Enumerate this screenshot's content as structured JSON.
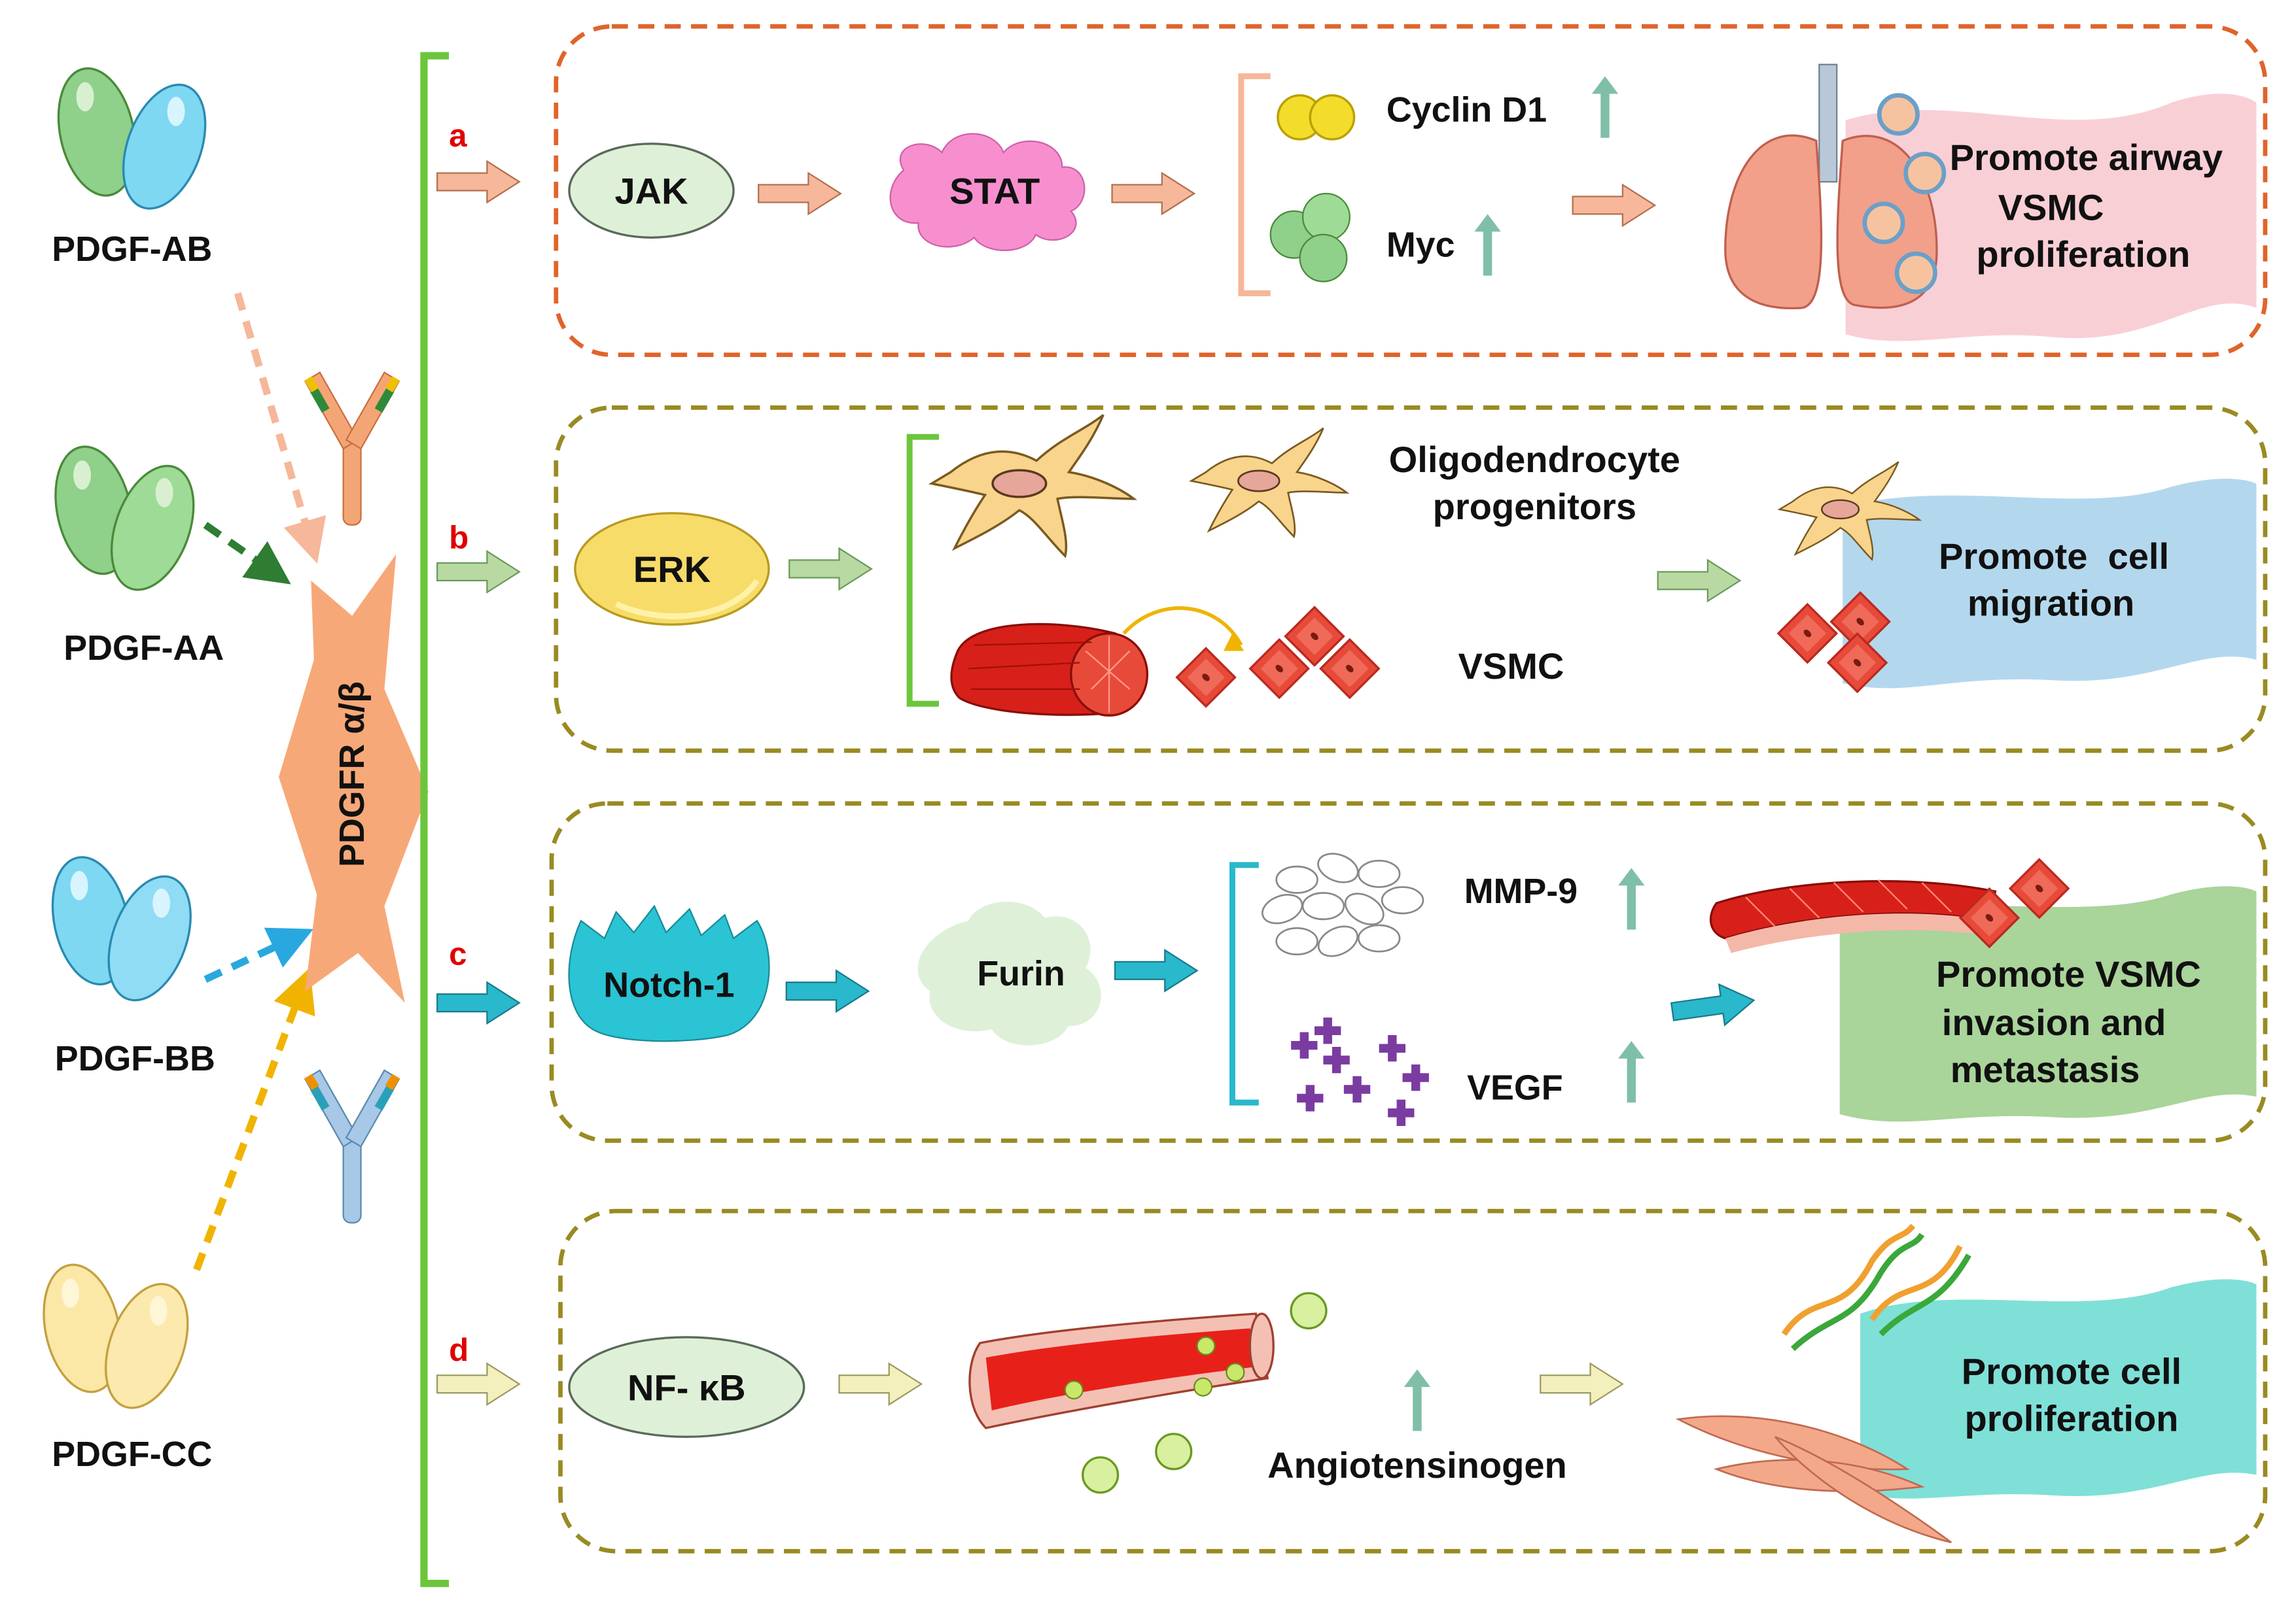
{
  "ligands": {
    "ab": "PDGF-AB",
    "aa": "PDGF-AA",
    "bb": "PDGF-BB",
    "cc": "PDGF-CC"
  },
  "receptor": "PDGFR α/β",
  "colors": {
    "panel_a_border": "#e0642a",
    "panel_bcd_border": "#9a8a22",
    "bracket_green": "#6cc63c",
    "arrow_a": "#f6b79a",
    "arrow_b": "#b9d9a3",
    "arrow_c": "#29b8cc",
    "arrow_d": "#f3f0bd",
    "up_arrow": "#7fbfa8"
  },
  "panels": {
    "a": {
      "letter": "a",
      "node1": "JAK",
      "node2": "STAT",
      "targets": [
        "Cyclin D1",
        "Myc"
      ],
      "outcome": [
        "Promote airway",
        "VSMC",
        "proliferation"
      ]
    },
    "b": {
      "letter": "b",
      "node1": "ERK",
      "targets": [
        "Oligodendrocyte",
        "progenitors",
        "VSMC"
      ],
      "outcome": [
        "Promote  cell",
        "migration"
      ]
    },
    "c": {
      "letter": "c",
      "node1": "Notch-1",
      "node2": "Furin",
      "targets": [
        "MMP-9",
        "VEGF"
      ],
      "outcome": [
        "Promote VSMC",
        "invasion and",
        "metastasis"
      ]
    },
    "d": {
      "letter": "d",
      "node1": "NF- κB",
      "target": "Angiotensinogen",
      "outcome": [
        "Promote cell",
        "proliferation"
      ]
    }
  }
}
